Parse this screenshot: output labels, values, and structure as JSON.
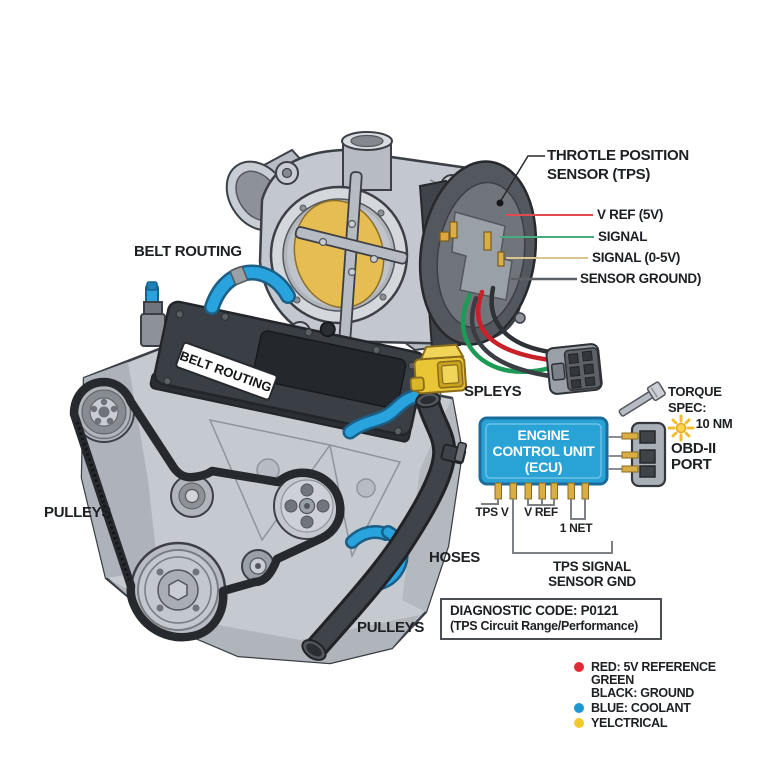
{
  "colors": {
    "ecu_blue": "#29a3d6",
    "hose_blue": "#29a3dd",
    "butterfly_yellow": "#e6bd53",
    "connector_yellow": "#e9c636",
    "wire_red": "#c92129",
    "wire_green": "#1d9b56",
    "wire_black": "#2e3237",
    "leader_red": "#e04b50",
    "leader_green": "#47ad7f",
    "leader_tan": "#d9c48f",
    "leader_gray": "#5d6166",
    "legend_red": "#e22b34",
    "legend_blue": "#1e96d2",
    "legend_yellow": "#f3c92d"
  },
  "labels": {
    "belt_routing": "BELT ROUTING",
    "belt_routing_sticker": "BELT ROUTING",
    "pulleys_left": "PULLEYS",
    "pulleys_bottom": "PULLEYS",
    "hoses": "HOSES",
    "spleys": "SPLEYS"
  },
  "tps": {
    "title_line1": "THROTLE POSITION",
    "title_line2": "SENSOR (TPS)",
    "wire_labels": {
      "v_ref": "V REF (5V)",
      "signal": "SIGNAL",
      "signal_range": "SIGNAL (0-5V)",
      "ground": "SENSOR GROUND)"
    }
  },
  "ecu": {
    "name_line1": "ENGINE",
    "name_line2": "CONTROL UNIT",
    "name_line3": "(ECU)",
    "pin_label_tps_v": "TPS V",
    "pin_label_v_ref": "V REF",
    "pin_label_inet": "1 NET",
    "signal_line1": "TPS SIGNAL",
    "signal_line2": "SENSOR GND"
  },
  "obd": {
    "line1": "OBD-II",
    "line2": "PORT"
  },
  "torque": {
    "line1": "TORQUE SPEC:",
    "line2": "10 NM"
  },
  "diagnostic": {
    "line1": "DIAGNOSTIC CODE: P0121",
    "line2": "(TPS Circuit Range/Performance)"
  },
  "legend": {
    "items": [
      {
        "dot": "#e22b34",
        "label": "RED: 5V REFERENCE"
      },
      {
        "dot": "",
        "label": "GREEN"
      },
      {
        "dot": "",
        "label": "BLACK: GROUND"
      },
      {
        "dot": "#1e96d2",
        "label": "BLUE: COOLANT"
      },
      {
        "dot": "#f3c92d",
        "label": "YELCTRICAL"
      }
    ]
  }
}
